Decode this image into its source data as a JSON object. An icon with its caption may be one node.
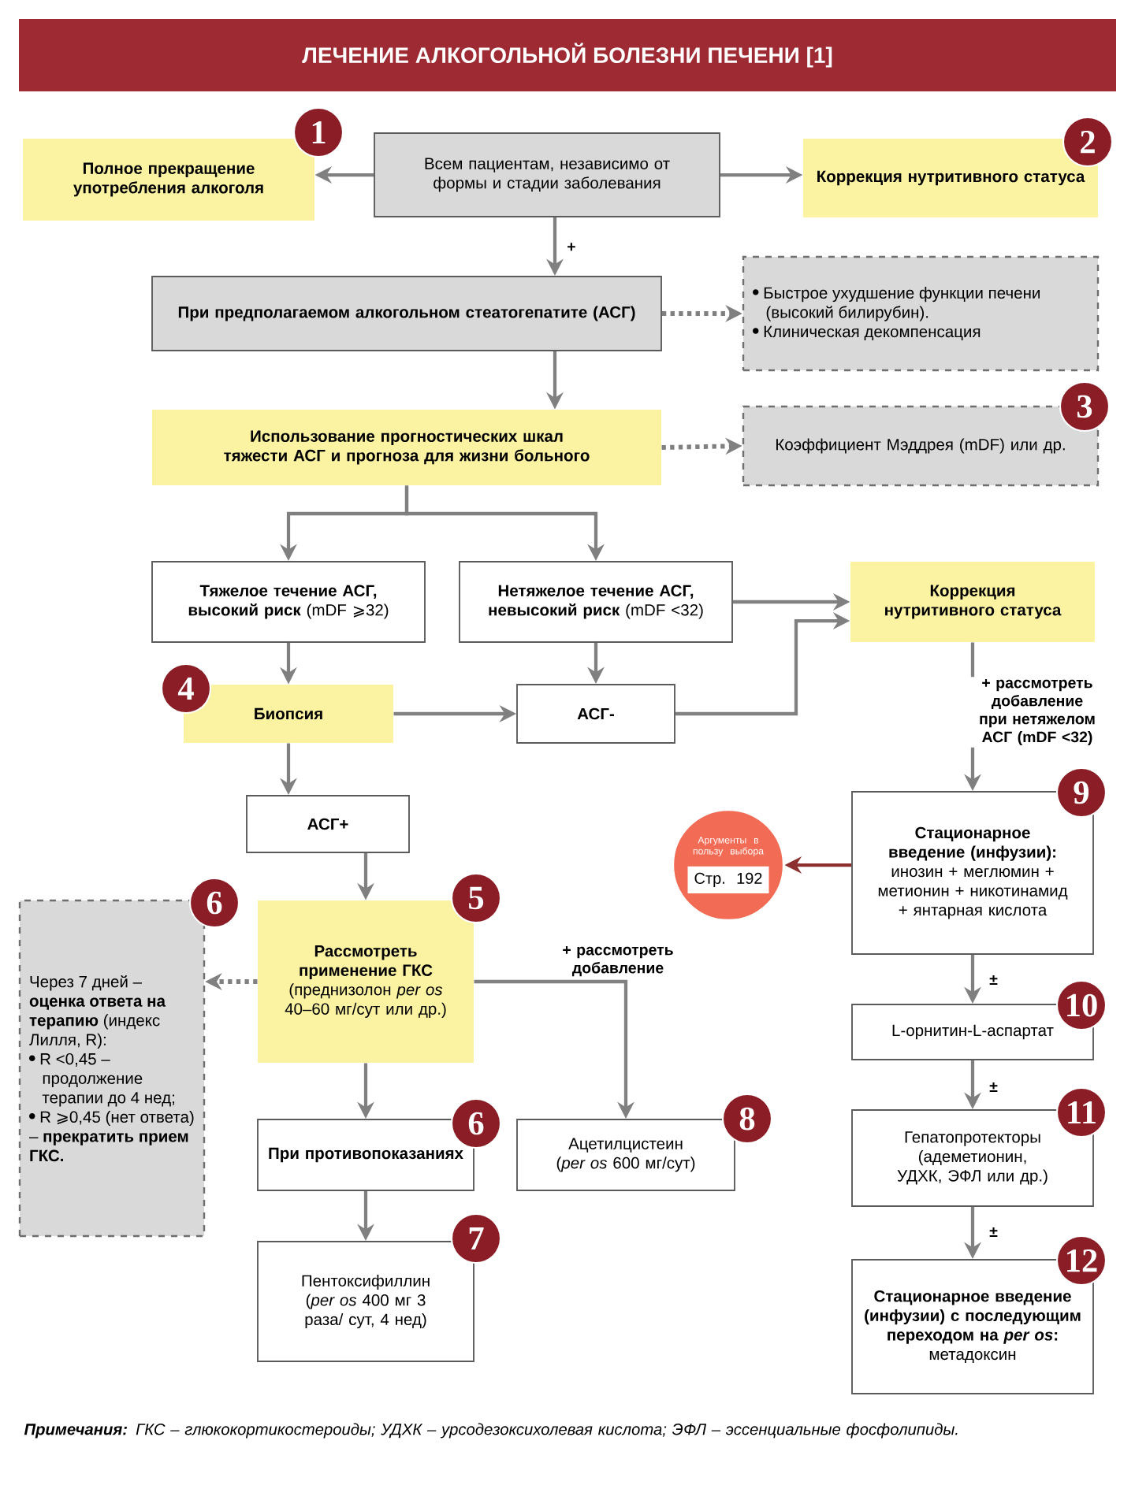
{
  "diagram": {
    "title": "ЛЕЧЕНИЕ АЛКОГОЛЬНОЙ БОЛЕЗНИ ПЕЧЕНИ [1]",
    "nodes": [
      {
        "text": [
          "Полное прекращение употребления алкоголя"
        ]
      },
      {
        "text": [
          "Всем пациентам, независимо от формы и стадии заболевания"
        ]
      },
      {
        "text": [
          "Коррекция нутритивного статуса"
        ]
      },
      {
        "text": [
          "При предполагаемом алкогольном стеатогепатите (АСГ)"
        ]
      },
      {
        "text": [
          "Быстрое ухудшение функции печени (высокий билирубин).",
          "Клиническая декомпенсация"
        ]
      },
      {
        "text": [
          "Использование прогностических шкал тяжести АСГ и прогноза для жизни больного"
        ]
      },
      {
        "text": [
          "Коэффициент Мэддрея (mDF) или др."
        ]
      },
      {
        "text": [
          "**Тяжелое течение АСГ, высокий риск** (mDF ⩾32)"
        ]
      },
      {
        "text": [
          "**Нетяжелое течение АСГ, невысокий риск** (mDF <32)"
        ]
      },
      {
        "text": [
          "Коррекция нутритивного статуса"
        ]
      },
      {
        "text": [
          "Биопсия"
        ]
      },
      {
        "text": [
          "АСГ-"
        ]
      },
      {
        "text": [
          "АСГ+"
        ]
      },
      {
        "text": [
          "Стационарное введение (инфузии):",
          "инозин + меглюмин + метионин + никотинамид + янтарная кислота"
        ]
      },
      {
        "text": [
          "Аргументы в пользу выбора",
          "Стр. 192"
        ]
      },
      {
        "text": [
          "Через 7 дней – **оценка ответа на терапию** (индекс Лилля, R):",
          "R <0,45 – продолжение терапии до 4 нед;",
          "R ⩾0,45 (нет ответа) – **прекратить прием ГКС.**"
        ]
      },
      {
        "text": [
          "Рассмотреть применение ГКС",
          "(преднизолон *per os* 40–60 мг/сут или др.)"
        ]
      },
      {
        "text": [
          "L-орнитин-L-аспартат"
        ]
      },
      {
        "text": [
          "При противопоказаниях"
        ]
      },
      {
        "text": [
          "Ацетилцистеин",
          "(*per os* 600 мг/сут)"
        ]
      },
      {
        "text": [
          "Гепатопротекторы",
          "(адеметионин, УДХК, ЭФЛ или др.)"
        ]
      },
      {
        "text": [
          "Пентоксифиллин",
          "(*per os* 400 мг 3 раза/ сут, 4 нед)"
        ]
      },
      {
        "text": [
          "Стационарное введение (инфузии) с последующим переходом на *per os*:",
          "метадоксин"
        ]
      }
    ],
    "edges": [
      {
        "from": 1,
        "to": 0,
        "arrow": "to"
      },
      {
        "from": 1,
        "to": 2,
        "arrow": "to"
      },
      {
        "from": 1,
        "to": 3,
        "arrow": "to",
        "label": "+"
      },
      {
        "from": 3,
        "to": 4,
        "arrow": "to",
        "style": "dashed"
      },
      {
        "from": 3,
        "to": 5,
        "arrow": "to"
      },
      {
        "from": 5,
        "to": 6,
        "arrow": "to",
        "style": "dashed"
      },
      {
        "from": 5,
        "to": 7,
        "arrow": "to"
      },
      {
        "from": 5,
        "to": 8,
        "arrow": "to"
      },
      {
        "from": 7,
        "to": 10,
        "arrow": "to"
      },
      {
        "from": 8,
        "to": 11,
        "arrow": "to"
      },
      {
        "from": 10,
        "to": 11,
        "arrow": "to"
      },
      {
        "from": 8,
        "to": 9,
        "arrow": "to"
      },
      {
        "from": 11,
        "to": 9,
        "arrow": "to"
      },
      {
        "from": 9,
        "to": 13,
        "arrow": "to",
        "label": "+ рассмотреть добавление при нетяжелом АСГ (mDF <32)"
      },
      {
        "from": 10,
        "to": 12,
        "arrow": "to"
      },
      {
        "from": 13,
        "to": 14,
        "arrow": "to",
        "color": "#8e2f2f"
      },
      {
        "from": 12,
        "to": 16,
        "arrow": "to"
      },
      {
        "from": 16,
        "to": 15,
        "arrow": "to",
        "style": "dashed"
      },
      {
        "from": 16,
        "to": 19,
        "arrow": "to",
        "label": "+ рассмотреть добавление"
      },
      {
        "from": 16,
        "to": 18,
        "arrow": "to"
      },
      {
        "from": 13,
        "to": 17,
        "arrow": "to",
        "label": "±"
      },
      {
        "from": 18,
        "to": 21,
        "arrow": "to"
      },
      {
        "from": 17,
        "to": 20,
        "arrow": "to",
        "label": "±"
      },
      {
        "from": 20,
        "to": 22,
        "arrow": "to",
        "label": "±"
      }
    ],
    "labels": [
      "1",
      "2",
      "3",
      "4",
      "9",
      "6",
      "5",
      "10",
      "6",
      "8",
      "11",
      "7",
      "12",
      "**Примечания:** ГКС – глюкокортикостероиды; УДХК – урсодезоксихолевая кислота; ЭФЛ – эссенциальные фосфолипиды."
    ]
  }
}
